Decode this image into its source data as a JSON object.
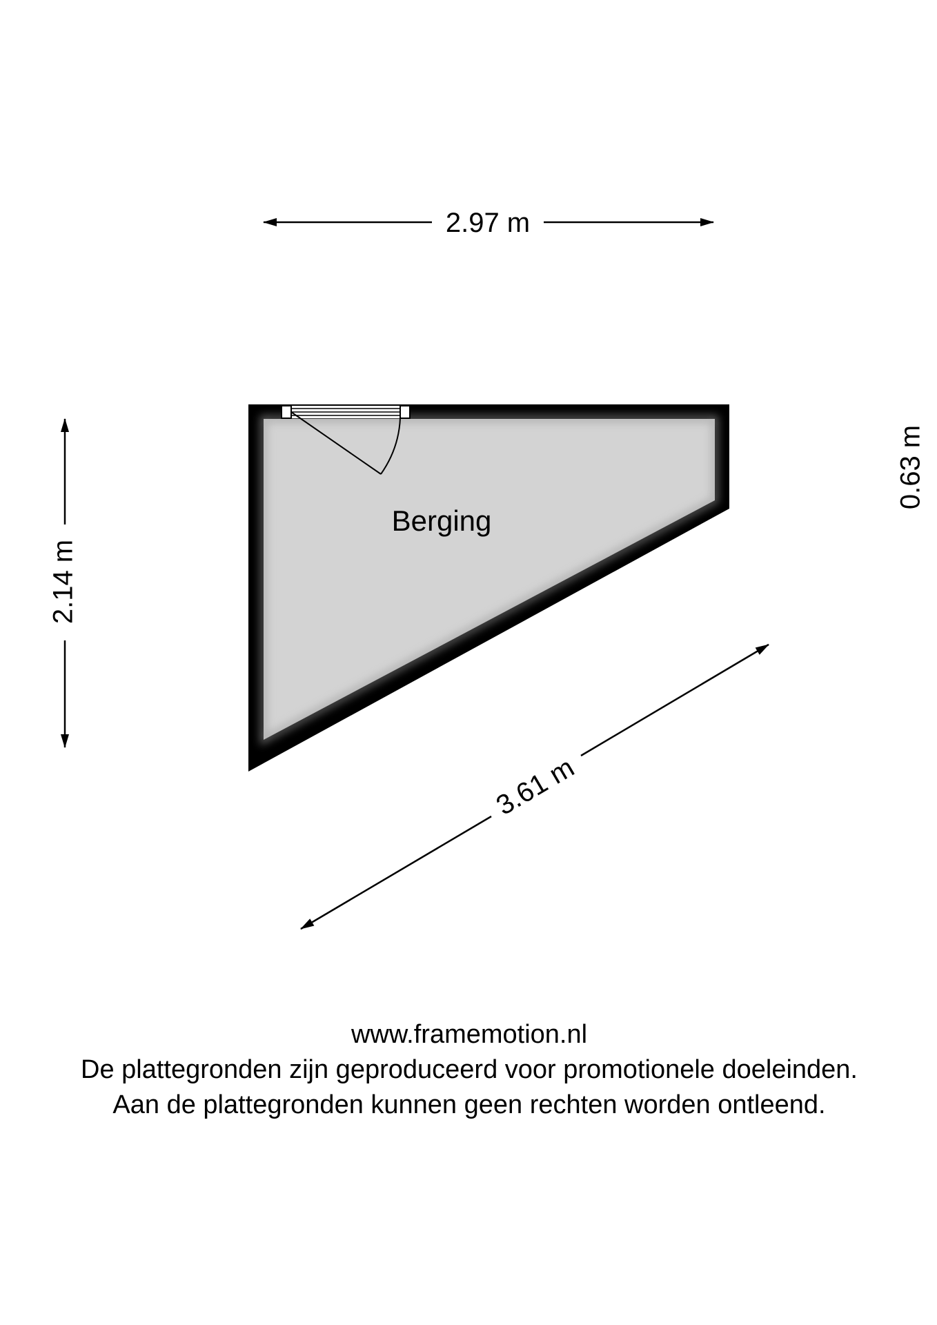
{
  "floorplan": {
    "room": {
      "name": "Berging",
      "floor_color": "#d3d3d3",
      "wall_color": "#000000"
    },
    "dimensions": {
      "top": "2.97 m",
      "left": "2.14 m",
      "right": "0.63 m",
      "diagonal": "3.61 m"
    }
  },
  "footer": {
    "website": "www.framemotion.nl",
    "line1": "De plattegronden zijn geproduceerd voor promotionele doeleinden.",
    "line2": "Aan de plattegronden kunnen geen rechten worden ontleend."
  }
}
